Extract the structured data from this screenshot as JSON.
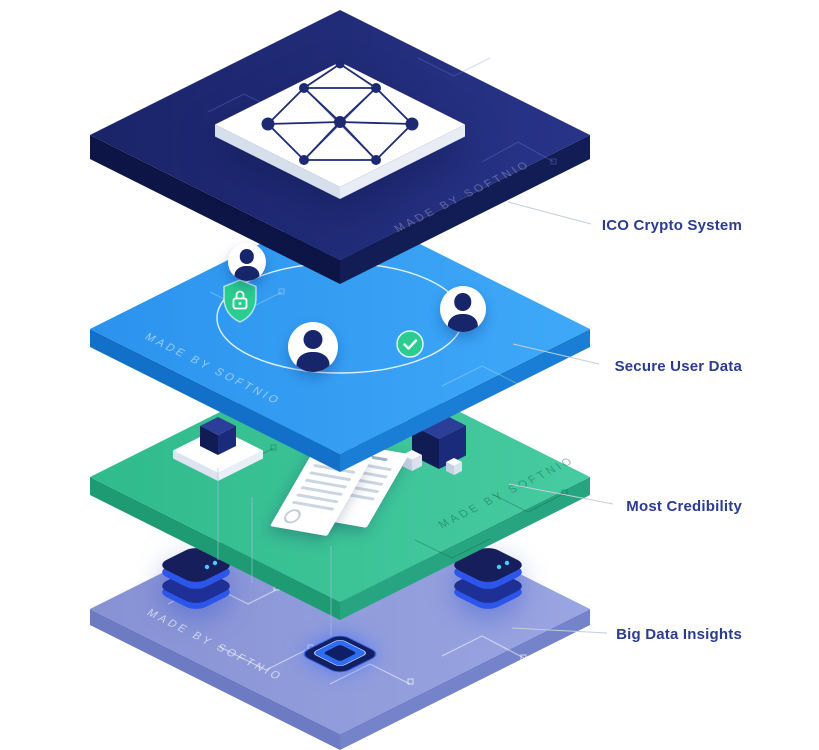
{
  "illustration": {
    "made_by_text": "MADE BY SOFTNIO",
    "label_text_color": "#2b3b90",
    "leader_line_color": "#c5cedd",
    "background_color": "#ffffff",
    "layers": [
      {
        "id": "ico-crypto-system",
        "label": "ICO Crypto System",
        "top_color": "#202c7c",
        "side_color": "#0d1546",
        "icons": [
          "blockchain-network-icon",
          "white-platform"
        ]
      },
      {
        "id": "secure-user-data",
        "label": "Secure User Data",
        "top_color": "#339ff2",
        "side_color": "#1270c8",
        "icons": [
          "user-avatar-icon",
          "user-avatar-icon",
          "user-avatar-icon",
          "shield-lock-icon",
          "check-icon",
          "orbit-ring"
        ]
      },
      {
        "id": "most-credibility",
        "label": "Most Credibility",
        "top_color": "#3bc296",
        "side_color": "#1f9b74",
        "icons": [
          "cube-icon",
          "cube-cluster-icon",
          "document-icon",
          "white-platform"
        ]
      },
      {
        "id": "big-data-insights",
        "label": "Big Data Insights",
        "top_color": "#8f9bd9",
        "side_color": "#6d7cc2",
        "icons": [
          "server-stack-icon",
          "server-stack-icon",
          "cpu-chip-icon",
          "circuit-traces"
        ]
      }
    ]
  }
}
